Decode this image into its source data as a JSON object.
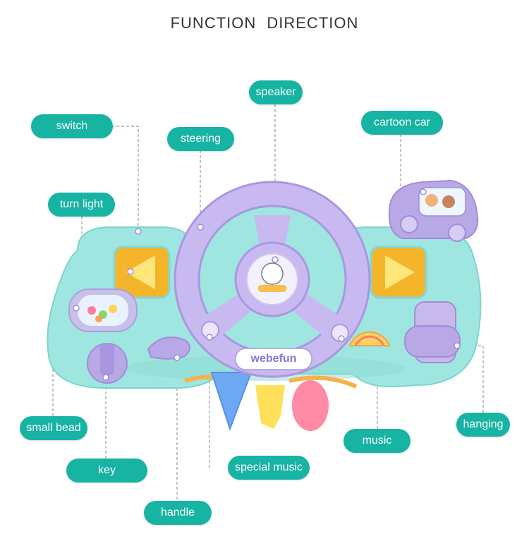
{
  "title": "FUNCTION  DIRECTION",
  "labels": {
    "speaker": "speaker",
    "switch": "switch",
    "steering": "steering",
    "cartoon_car": "cartoon car",
    "turn_light": "turn light",
    "small_bead": "small bead",
    "key": "key",
    "handle": "handle",
    "special_music": "special music",
    "music": "music",
    "hanging": "hanging"
  },
  "brand_text": "webefun",
  "colors": {
    "label_bg": "#17b3a3",
    "label_text": "#ffffff",
    "base_teal": "#9fe6e0",
    "wheel_lavender": "#b9a8e6",
    "light_yellow": "#f7c232",
    "leader_line": "#9a9a9a"
  }
}
